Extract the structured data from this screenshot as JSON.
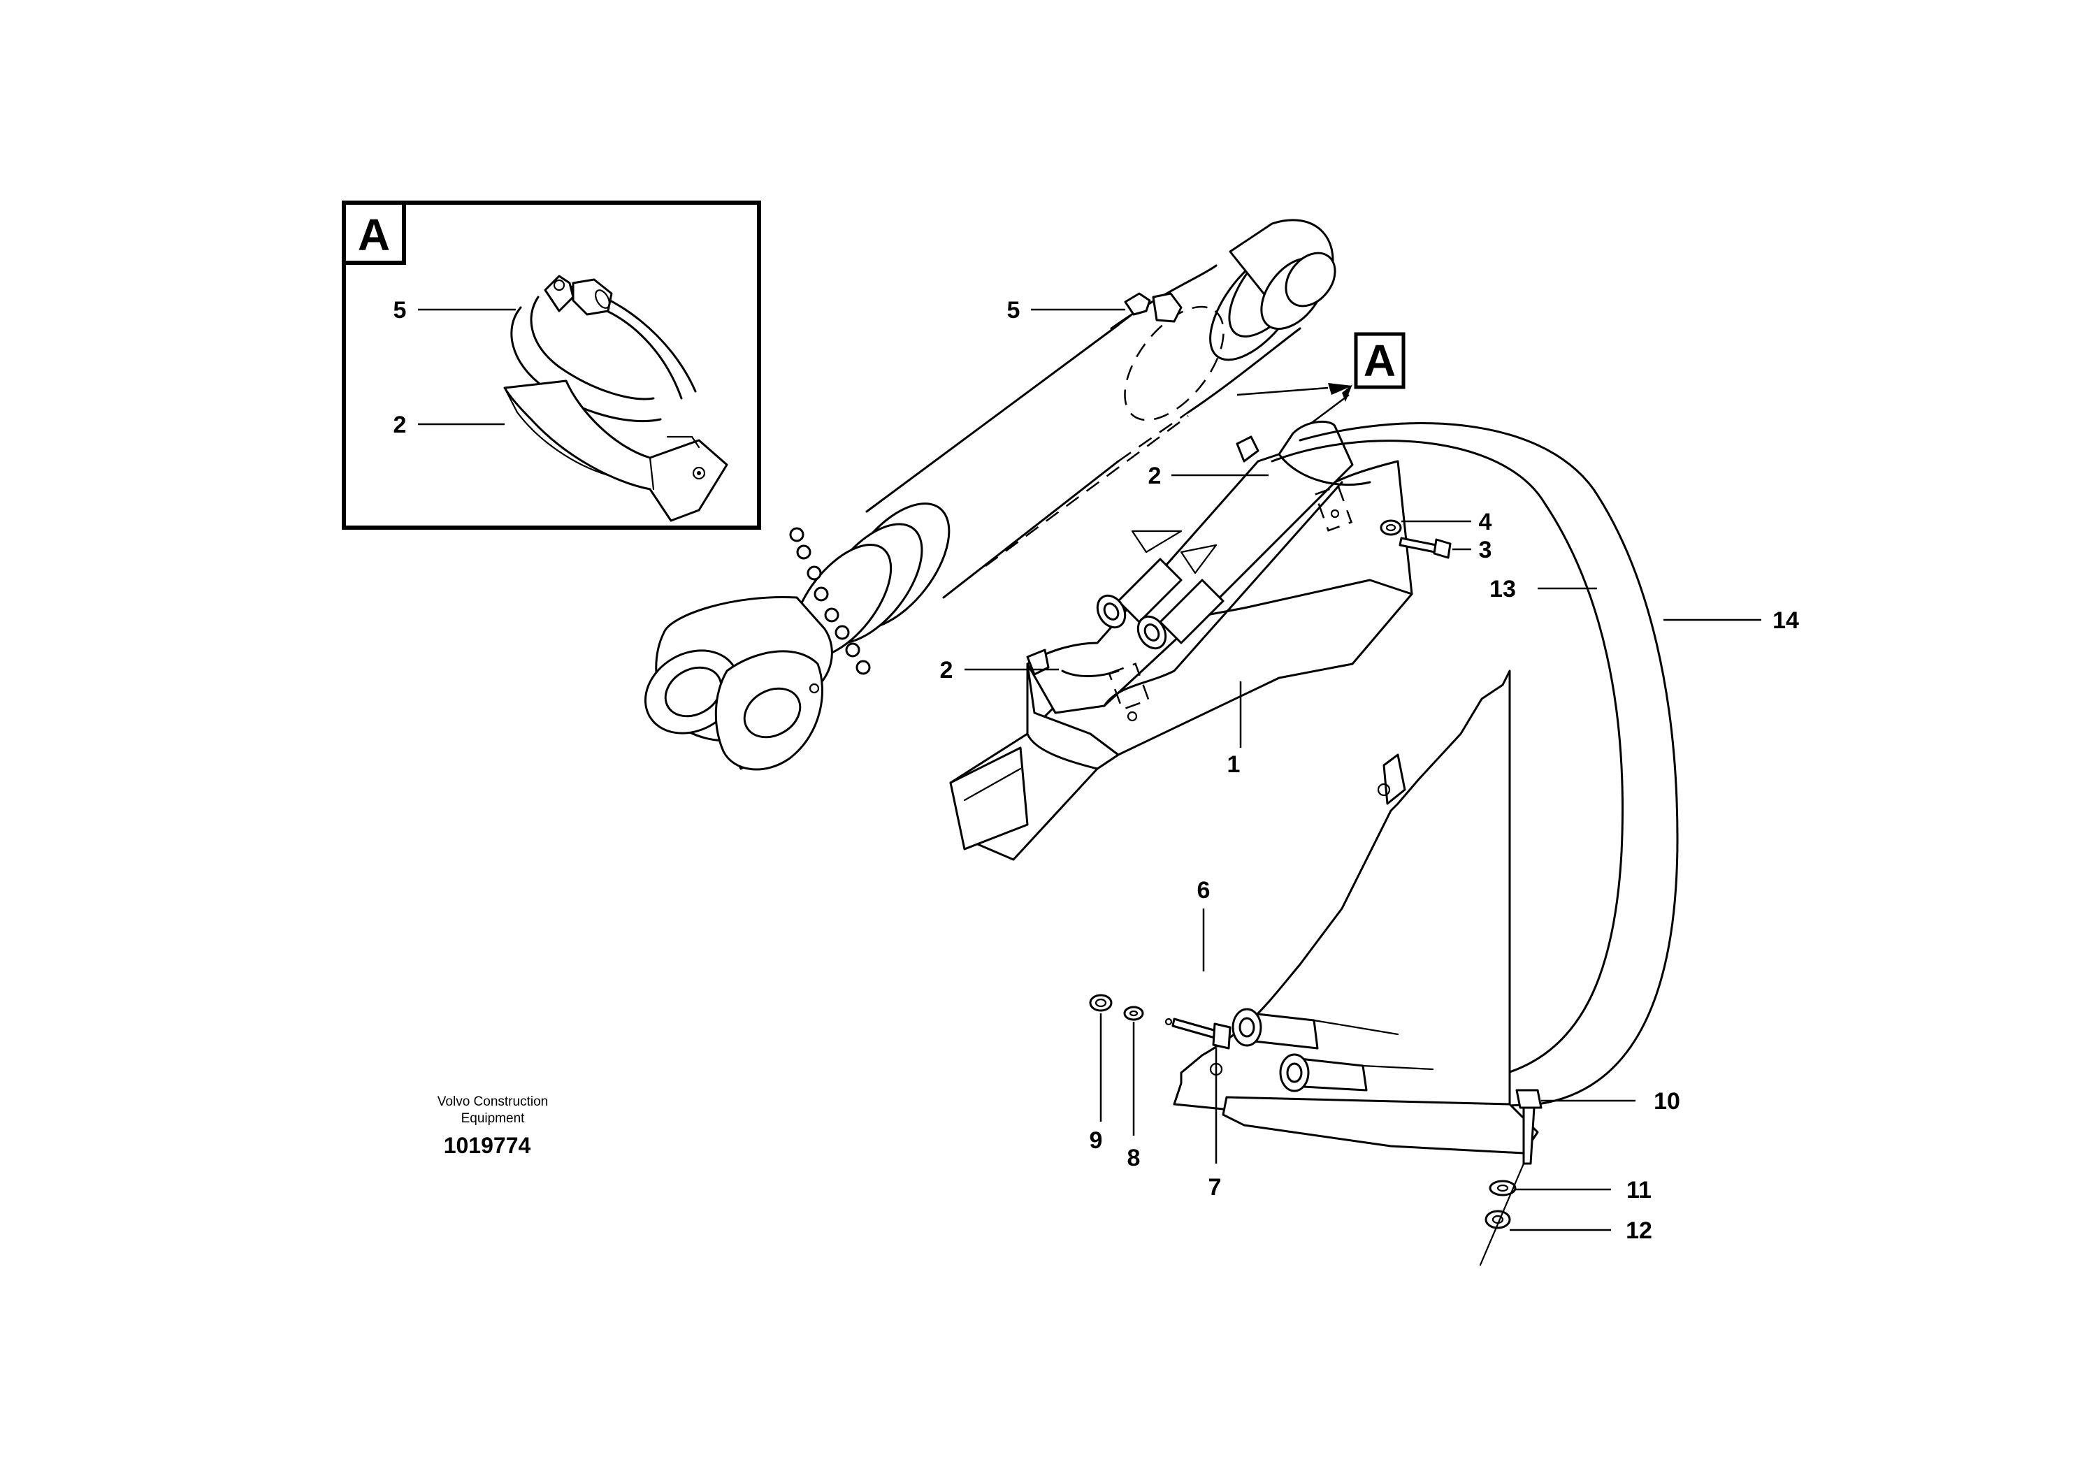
{
  "detail_view": {
    "label": "A",
    "callouts": [
      "5",
      "2"
    ]
  },
  "main_view": {
    "view_marker": "A",
    "callouts": [
      "5",
      "2",
      "2",
      "1",
      "4",
      "3",
      "13",
      "14",
      "6",
      "9",
      "8",
      "7",
      "10",
      "11",
      "12"
    ]
  },
  "credit": {
    "company_line1": "Volvo Construction",
    "company_line2": "Equipment",
    "drawing_number": "1019774"
  }
}
